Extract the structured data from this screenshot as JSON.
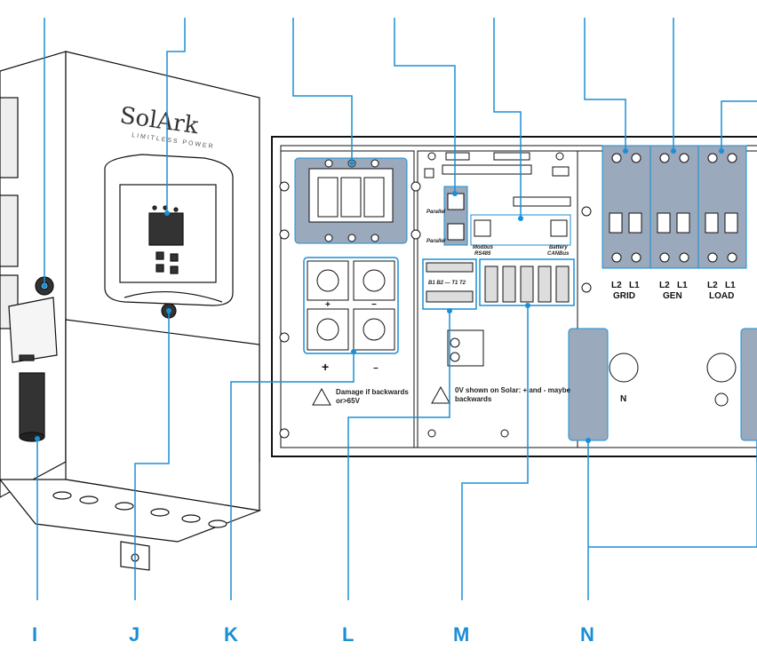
{
  "callouts": {
    "letters": [
      "I",
      "J",
      "K",
      "L",
      "M",
      "N"
    ]
  },
  "inverter": {
    "brand": "SolArk",
    "tagline": "LIMITLESS POWER"
  },
  "panel": {
    "port_labels": {
      "parallel_top": "Parallel",
      "parallel_bottom": "Parallel",
      "modbus": "Modbus",
      "rs485": "RS485",
      "battery": "Battery",
      "canbus": "CANBus"
    },
    "breakers": [
      {
        "l2": "L2",
        "l1": "L1",
        "name": "GRID"
      },
      {
        "l2": "L2",
        "l1": "L1",
        "name": "GEN"
      },
      {
        "l2": "L2",
        "l1": "L1",
        "name": "LOAD"
      }
    ],
    "polarity": {
      "plus_top": "+",
      "minus_top": "−",
      "plus_bottom": "+",
      "minus_bottom": "−"
    },
    "warning_battery": {
      "line1": "Damage if backwards",
      "line2": "or>65V"
    },
    "warning_sensor": {
      "line1": "0V shown on Solar: + and - maybe",
      "line2": "backwards"
    },
    "neutral_label": "N",
    "pin_labels": "B1 B2 — T1 T2"
  },
  "colors": {
    "callout": "#1a8fd6",
    "highlight": "#9aa9bb",
    "line": "#111111"
  }
}
